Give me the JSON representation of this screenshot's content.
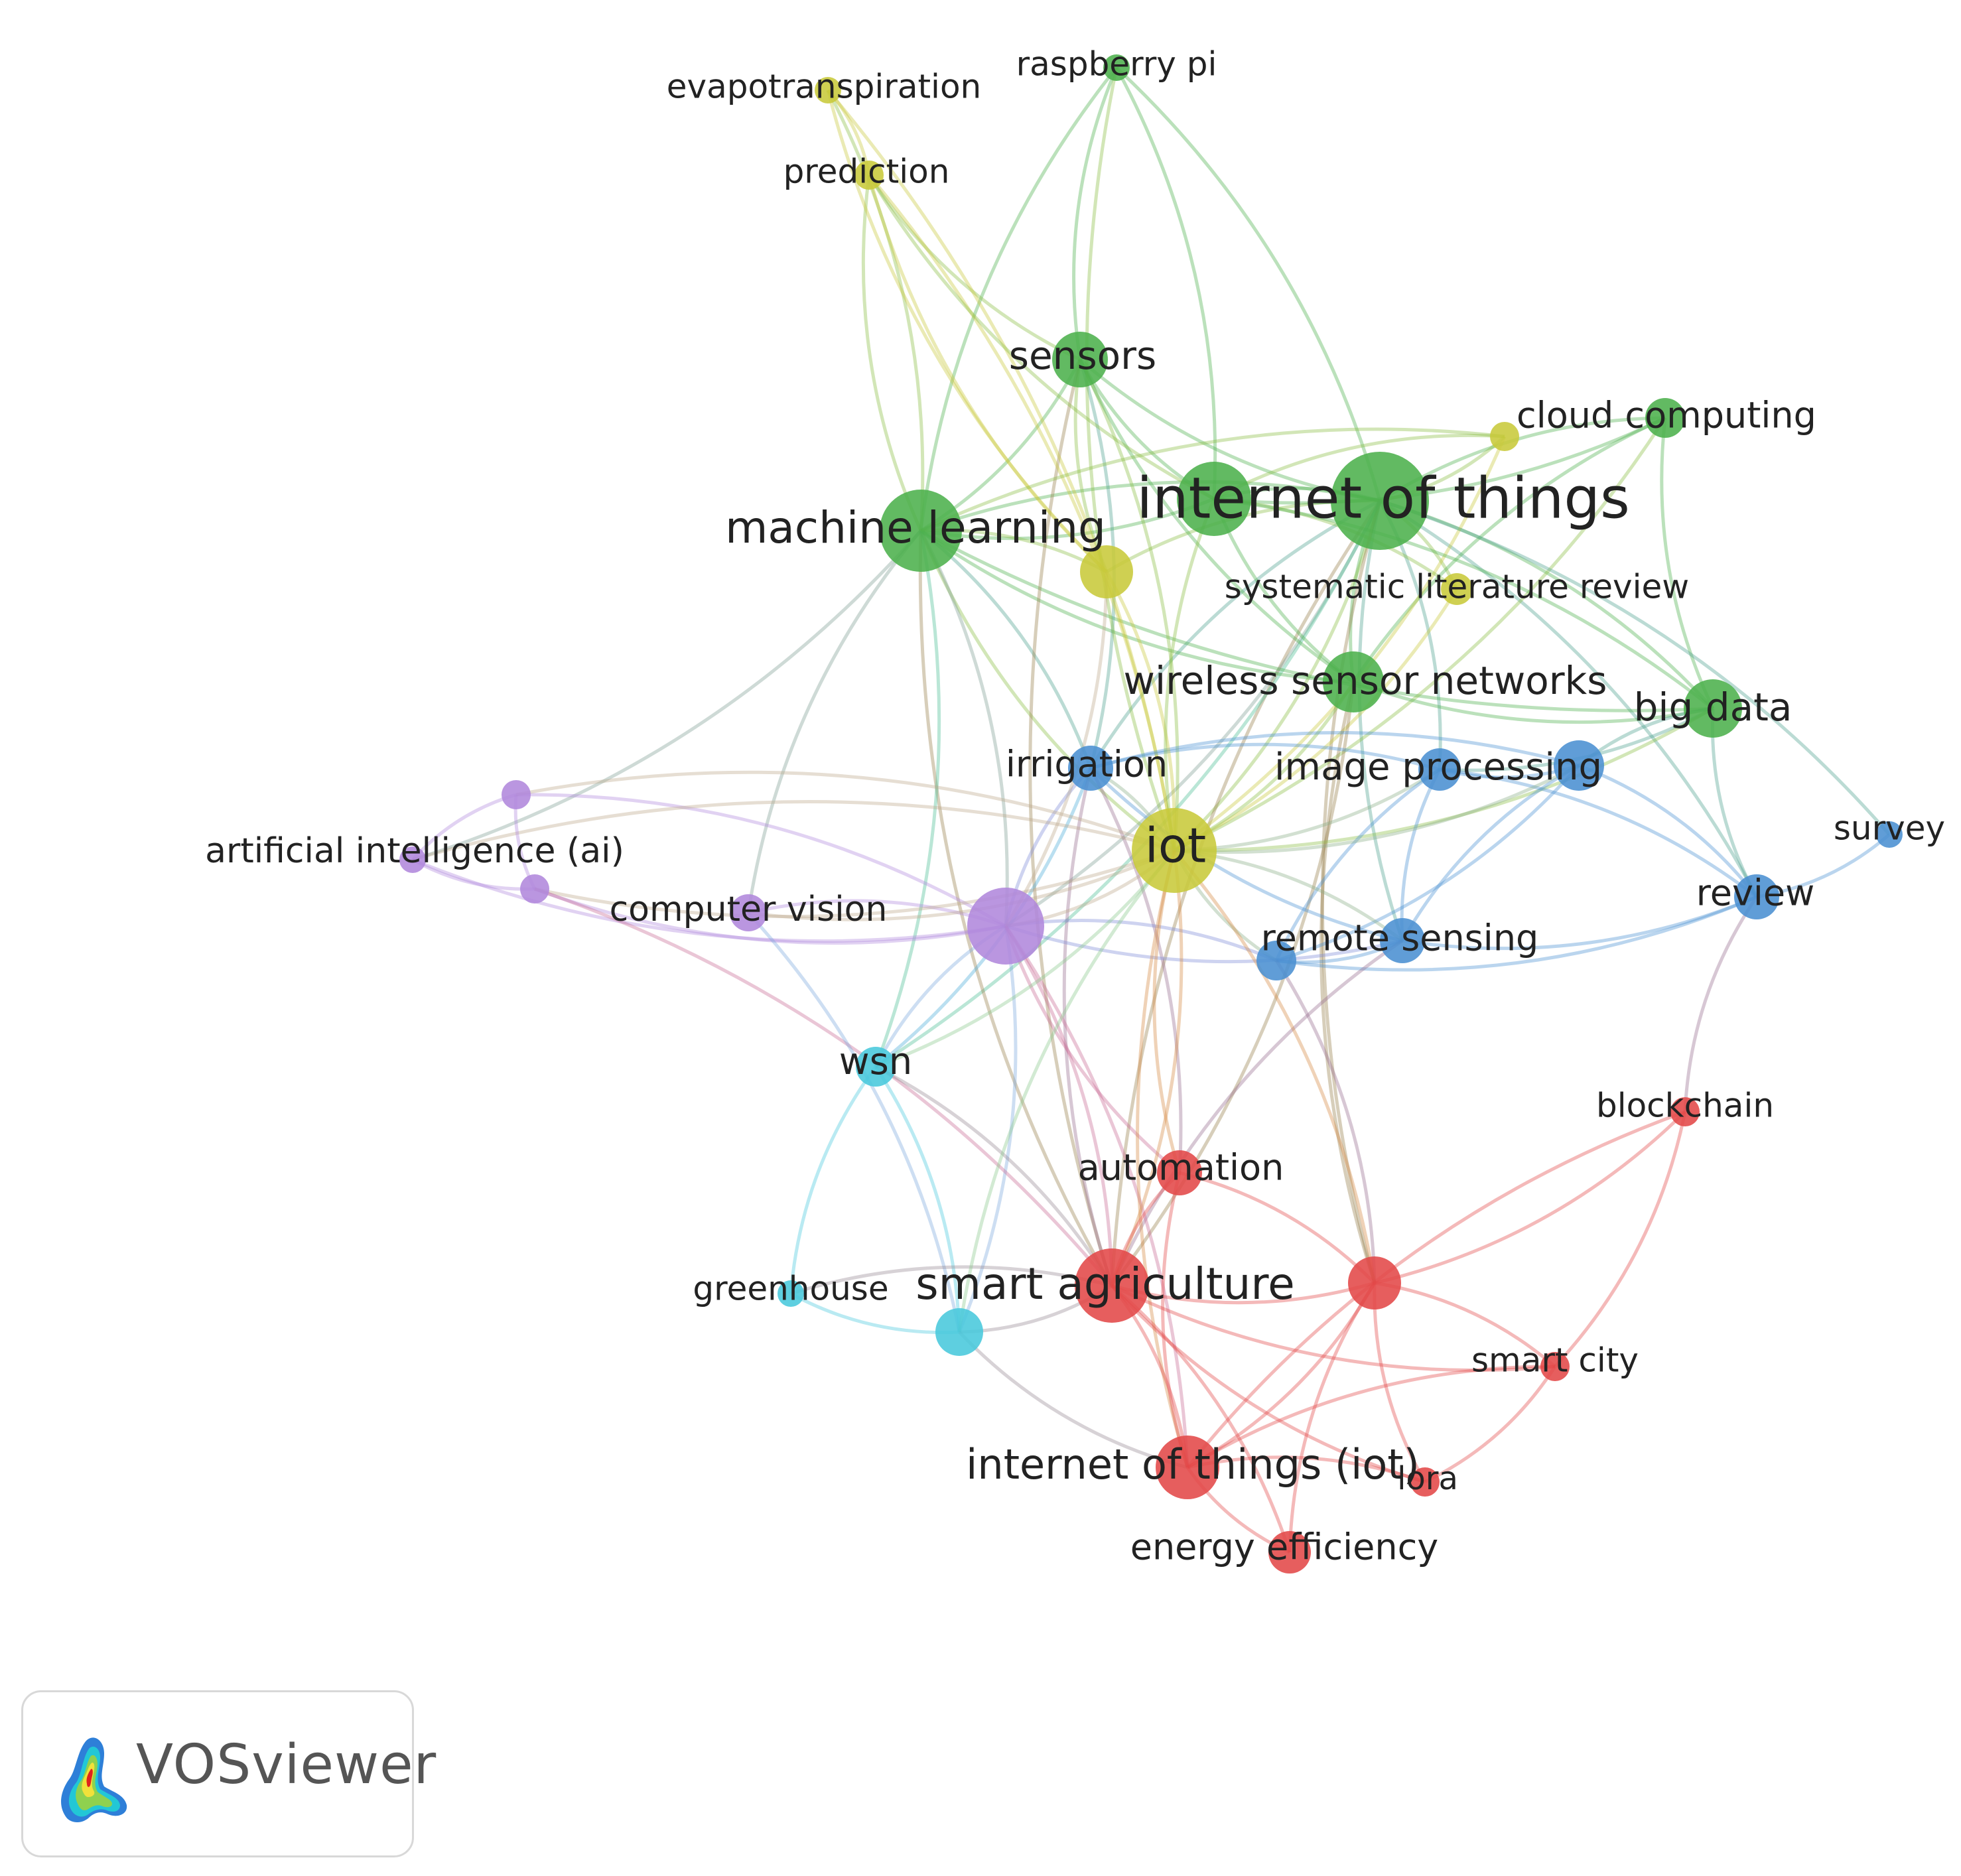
{
  "diagram": {
    "cluster_colors": {
      "green": "#4cb14c",
      "yellow": "#c8c93a",
      "blue": "#4a90d2",
      "purple": "#b088dc",
      "cyan": "#48c8dc",
      "red": "#e24848"
    },
    "nodes": [
      {
        "id": "internet-of-things",
        "label": "internet of things",
        "cluster": "green",
        "weight": 10
      },
      {
        "id": "machine-learning",
        "label": "machine learning",
        "cluster": "green",
        "weight": 6
      },
      {
        "id": "sensors",
        "label": "sensors",
        "cluster": "green",
        "weight": 4
      },
      {
        "id": "raspberry-pi",
        "label": "raspberry pi",
        "cluster": "green",
        "weight": 2
      },
      {
        "id": "cloud-computing",
        "label": "cloud computing",
        "cluster": "green",
        "weight": 3
      },
      {
        "id": "wireless-sensor-networks",
        "label": "wireless sensor networks",
        "cluster": "green",
        "weight": 4
      },
      {
        "id": "big-data",
        "label": "big data",
        "cluster": "green",
        "weight": 4
      },
      {
        "id": "green-hub",
        "label": "",
        "cluster": "green",
        "weight": 5
      },
      {
        "id": "evapotranspiration",
        "label": "evapotranspiration",
        "cluster": "yellow",
        "weight": 2
      },
      {
        "id": "prediction",
        "label": "prediction",
        "cluster": "yellow",
        "weight": 2
      },
      {
        "id": "iot",
        "label": "iot",
        "cluster": "yellow",
        "weight": 7
      },
      {
        "id": "systematic-literature-review",
        "label": "systematic literature review",
        "cluster": "yellow",
        "weight": 2
      },
      {
        "id": "yellow-a",
        "label": "",
        "cluster": "yellow",
        "weight": 4
      },
      {
        "id": "yellow-b",
        "label": "",
        "cluster": "yellow",
        "weight": 2
      },
      {
        "id": "irrigation",
        "label": "irrigation",
        "cluster": "blue",
        "weight": 3
      },
      {
        "id": "image-processing",
        "label": "image processing",
        "cluster": "blue",
        "weight": 3
      },
      {
        "id": "remote-sensing",
        "label": "remote sensing",
        "cluster": "blue",
        "weight": 3
      },
      {
        "id": "review",
        "label": "review",
        "cluster": "blue",
        "weight": 3
      },
      {
        "id": "survey",
        "label": "survey",
        "cluster": "blue",
        "weight": 2
      },
      {
        "id": "blue-a",
        "label": "",
        "cluster": "blue",
        "weight": 3
      },
      {
        "id": "blue-b",
        "label": "",
        "cluster": "blue",
        "weight": 3
      },
      {
        "id": "artificial-intelligence-ai",
        "label": "artificial intelligence (ai)",
        "cluster": "purple",
        "weight": 2
      },
      {
        "id": "computer-vision",
        "label": "computer vision",
        "cluster": "purple",
        "weight": 2
      },
      {
        "id": "purple-hub",
        "label": "",
        "cluster": "purple",
        "weight": 7
      },
      {
        "id": "purple-a",
        "label": "",
        "cluster": "purple",
        "weight": 2
      },
      {
        "id": "purple-b",
        "label": "",
        "cluster": "purple",
        "weight": 2
      },
      {
        "id": "wsn",
        "label": "wsn",
        "cluster": "cyan",
        "weight": 3
      },
      {
        "id": "greenhouse",
        "label": "greenhouse",
        "cluster": "cyan",
        "weight": 2
      },
      {
        "id": "cyan-a",
        "label": "",
        "cluster": "cyan",
        "weight": 4
      },
      {
        "id": "smart-agriculture",
        "label": "smart agriculture",
        "cluster": "red",
        "weight": 6
      },
      {
        "id": "automation",
        "label": "automation",
        "cluster": "red",
        "weight": 3
      },
      {
        "id": "blockchain",
        "label": "blockchain",
        "cluster": "red",
        "weight": 2
      },
      {
        "id": "smart-city",
        "label": "smart city",
        "cluster": "red",
        "weight": 2
      },
      {
        "id": "internet-of-things-iot",
        "label": "internet of things (iot)",
        "cluster": "red",
        "weight": 5
      },
      {
        "id": "lora",
        "label": "lora",
        "cluster": "red",
        "weight": 2
      },
      {
        "id": "energy-efficiency",
        "label": "energy efficiency",
        "cluster": "red",
        "weight": 3
      },
      {
        "id": "red-a",
        "label": "",
        "cluster": "red",
        "weight": 5
      }
    ],
    "edges": [
      [
        "internet-of-things",
        "machine-learning"
      ],
      [
        "internet-of-things",
        "sensors"
      ],
      [
        "internet-of-things",
        "raspberry-pi"
      ],
      [
        "internet-of-things",
        "cloud-computing"
      ],
      [
        "internet-of-things",
        "wireless-sensor-networks"
      ],
      [
        "internet-of-things",
        "big-data"
      ],
      [
        "internet-of-things",
        "green-hub"
      ],
      [
        "internet-of-things",
        "iot"
      ],
      [
        "internet-of-things",
        "irrigation"
      ],
      [
        "internet-of-things",
        "image-processing"
      ],
      [
        "internet-of-things",
        "remote-sensing"
      ],
      [
        "internet-of-things",
        "review"
      ],
      [
        "internet-of-things",
        "smart-agriculture"
      ],
      [
        "internet-of-things",
        "purple-hub"
      ],
      [
        "internet-of-things",
        "yellow-a"
      ],
      [
        "internet-of-things",
        "systematic-literature-review"
      ],
      [
        "internet-of-things",
        "red-a"
      ],
      [
        "internet-of-things",
        "wsn"
      ],
      [
        "machine-learning",
        "sensors"
      ],
      [
        "machine-learning",
        "raspberry-pi"
      ],
      [
        "machine-learning",
        "green-hub"
      ],
      [
        "machine-learning",
        "yellow-a"
      ],
      [
        "machine-learning",
        "iot"
      ],
      [
        "machine-learning",
        "prediction"
      ],
      [
        "machine-learning",
        "evapotranspiration"
      ],
      [
        "machine-learning",
        "purple-hub"
      ],
      [
        "machine-learning",
        "smart-agriculture"
      ],
      [
        "machine-learning",
        "irrigation"
      ],
      [
        "machine-learning",
        "wireless-sensor-networks"
      ],
      [
        "machine-learning",
        "artificial-intelligence-ai"
      ],
      [
        "machine-learning",
        "computer-vision"
      ],
      [
        "machine-learning",
        "wsn"
      ],
      [
        "machine-learning",
        "big-data"
      ],
      [
        "sensors",
        "raspberry-pi"
      ],
      [
        "sensors",
        "green-hub"
      ],
      [
        "sensors",
        "iot"
      ],
      [
        "sensors",
        "yellow-a"
      ],
      [
        "sensors",
        "prediction"
      ],
      [
        "sensors",
        "wireless-sensor-networks"
      ],
      [
        "sensors",
        "irrigation"
      ],
      [
        "sensors",
        "smart-agriculture"
      ],
      [
        "raspberry-pi",
        "green-hub"
      ],
      [
        "raspberry-pi",
        "iot"
      ],
      [
        "evapotranspiration",
        "prediction"
      ],
      [
        "evapotranspiration",
        "yellow-a"
      ],
      [
        "evapotranspiration",
        "iot"
      ],
      [
        "prediction",
        "yellow-a"
      ],
      [
        "prediction",
        "iot"
      ],
      [
        "prediction",
        "green-hub"
      ],
      [
        "cloud-computing",
        "green-hub"
      ],
      [
        "cloud-computing",
        "big-data"
      ],
      [
        "cloud-computing",
        "iot"
      ],
      [
        "cloud-computing",
        "wireless-sensor-networks"
      ],
      [
        "yellow-b",
        "iot"
      ],
      [
        "yellow-b",
        "green-hub"
      ],
      [
        "yellow-b",
        "internet-of-things"
      ],
      [
        "yellow-b",
        "machine-learning"
      ],
      [
        "systematic-literature-review",
        "iot"
      ],
      [
        "systematic-literature-review",
        "green-hub"
      ],
      [
        "wireless-sensor-networks",
        "iot"
      ],
      [
        "wireless-sensor-networks",
        "big-data"
      ],
      [
        "wireless-sensor-networks",
        "green-hub"
      ],
      [
        "wireless-sensor-networks",
        "red-a"
      ],
      [
        "wireless-sensor-networks",
        "smart-agriculture"
      ],
      [
        "big-data",
        "review"
      ],
      [
        "big-data",
        "image-processing"
      ],
      [
        "big-data",
        "blue-a"
      ],
      [
        "big-data",
        "iot"
      ],
      [
        "big-data",
        "green-hub"
      ],
      [
        "irrigation",
        "iot"
      ],
      [
        "irrigation",
        "purple-hub"
      ],
      [
        "irrigation",
        "wsn"
      ],
      [
        "irrigation",
        "smart-agriculture"
      ],
      [
        "irrigation",
        "image-processing"
      ],
      [
        "irrigation",
        "remote-sensing"
      ],
      [
        "irrigation",
        "automation"
      ],
      [
        "image-processing",
        "blue-a"
      ],
      [
        "image-processing",
        "review"
      ],
      [
        "image-processing",
        "remote-sensing"
      ],
      [
        "image-processing",
        "iot"
      ],
      [
        "image-processing",
        "blue-b"
      ],
      [
        "blue-a",
        "review"
      ],
      [
        "blue-a",
        "remote-sensing"
      ],
      [
        "blue-a",
        "blue-b"
      ],
      [
        "blue-a",
        "irrigation"
      ],
      [
        "blue-a",
        "iot"
      ],
      [
        "review",
        "survey"
      ],
      [
        "review",
        "remote-sensing"
      ],
      [
        "review",
        "blockchain"
      ],
      [
        "review",
        "blue-b"
      ],
      [
        "survey",
        "internet-of-things"
      ],
      [
        "remote-sensing",
        "blue-b"
      ],
      [
        "remote-sensing",
        "iot"
      ],
      [
        "remote-sensing",
        "purple-hub"
      ],
      [
        "remote-sensing",
        "smart-agriculture"
      ],
      [
        "blue-b",
        "iot"
      ],
      [
        "blue-b",
        "purple-hub"
      ],
      [
        "blue-b",
        "red-a"
      ],
      [
        "purple-hub",
        "iot"
      ],
      [
        "purple-hub",
        "artificial-intelligence-ai"
      ],
      [
        "purple-hub",
        "purple-a"
      ],
      [
        "purple-hub",
        "purple-b"
      ],
      [
        "purple-hub",
        "computer-vision"
      ],
      [
        "purple-hub",
        "smart-agriculture"
      ],
      [
        "purple-hub",
        "wsn"
      ],
      [
        "purple-hub",
        "cyan-a"
      ],
      [
        "purple-hub",
        "automation"
      ],
      [
        "purple-hub",
        "internet-of-things-iot"
      ],
      [
        "purple-hub",
        "yellow-a"
      ],
      [
        "artificial-intelligence-ai",
        "purple-a"
      ],
      [
        "artificial-intelligence-ai",
        "purple-b"
      ],
      [
        "artificial-intelligence-ai",
        "iot"
      ],
      [
        "purple-a",
        "purple-b"
      ],
      [
        "purple-a",
        "iot"
      ],
      [
        "purple-b",
        "iot"
      ],
      [
        "purple-b",
        "smart-agriculture"
      ],
      [
        "computer-vision",
        "iot"
      ],
      [
        "computer-vision",
        "cyan-a"
      ],
      [
        "wsn",
        "greenhouse"
      ],
      [
        "wsn",
        "cyan-a"
      ],
      [
        "wsn",
        "iot"
      ],
      [
        "wsn",
        "smart-agriculture"
      ],
      [
        "greenhouse",
        "cyan-a"
      ],
      [
        "greenhouse",
        "smart-agriculture"
      ],
      [
        "cyan-a",
        "smart-agriculture"
      ],
      [
        "cyan-a",
        "iot"
      ],
      [
        "cyan-a",
        "internet-of-things-iot"
      ],
      [
        "iot",
        "smart-agriculture"
      ],
      [
        "iot",
        "automation"
      ],
      [
        "iot",
        "red-a"
      ],
      [
        "iot",
        "yellow-a"
      ],
      [
        "iot",
        "green-hub"
      ],
      [
        "iot",
        "internet-of-things-iot"
      ],
      [
        "smart-agriculture",
        "automation"
      ],
      [
        "smart-agriculture",
        "red-a"
      ],
      [
        "smart-agriculture",
        "internet-of-things-iot"
      ],
      [
        "smart-agriculture",
        "smart-city"
      ],
      [
        "smart-agriculture",
        "energy-efficiency"
      ],
      [
        "smart-agriculture",
        "lora"
      ],
      [
        "automation",
        "red-a"
      ],
      [
        "automation",
        "internet-of-things-iot"
      ],
      [
        "red-a",
        "smart-city"
      ],
      [
        "red-a",
        "blockchain"
      ],
      [
        "red-a",
        "internet-of-things-iot"
      ],
      [
        "red-a",
        "lora"
      ],
      [
        "blockchain",
        "smart-city"
      ],
      [
        "blockchain",
        "internet-of-things-iot"
      ],
      [
        "internet-of-things-iot",
        "lora"
      ],
      [
        "internet-of-things-iot",
        "energy-efficiency"
      ],
      [
        "internet-of-things-iot",
        "smart-city"
      ],
      [
        "lora",
        "smart-city"
      ],
      [
        "energy-efficiency",
        "red-a"
      ]
    ]
  },
  "logo": {
    "text": "VOSviewer"
  }
}
